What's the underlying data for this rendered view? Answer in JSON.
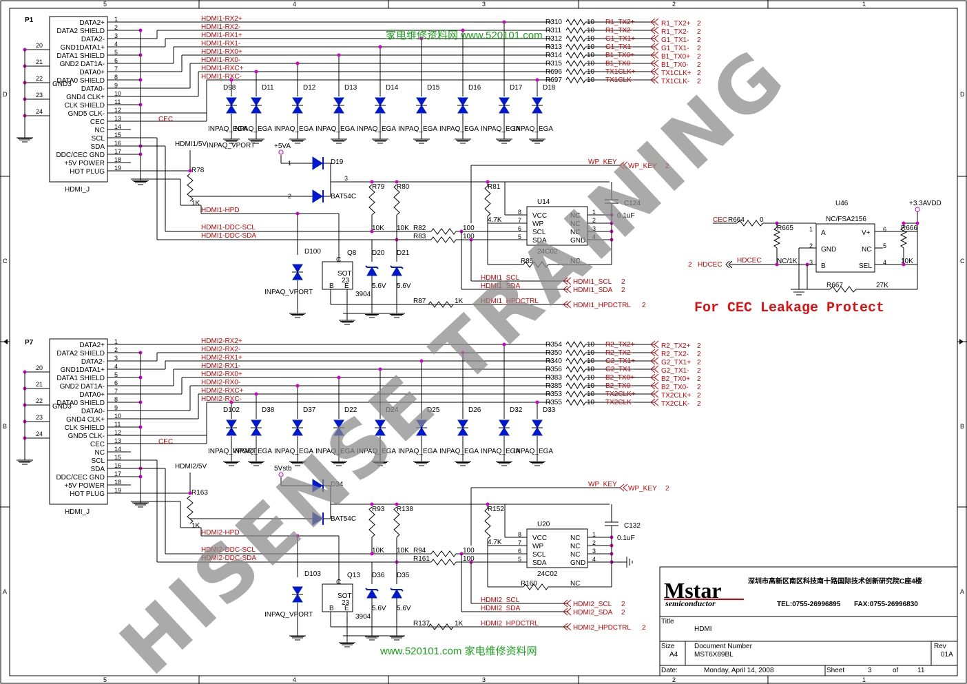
{
  "frame": {
    "col_labels": [
      "5",
      "4",
      "3",
      "2",
      "1"
    ],
    "row_labels": [
      "D",
      "C",
      "B",
      "A"
    ]
  },
  "connectors": [
    {
      "ref": "P1",
      "name": "HDMI_J",
      "pins": [
        "DATA2+",
        "DATA2 SHIELD",
        "DATA2-",
        "GND1DATA1+",
        "DATA1 SHIELD",
        "GND2 DAT1A-",
        "DATA0+",
        "DATA0 SHIELD",
        "DATA0-",
        "GND4   CLK+",
        "CLK SHIELD",
        "GND5    CLK-",
        "CEC",
        "NC",
        "SCL",
        "SDA",
        "DDC/CEC GND",
        "+5V POWER",
        "HOT PLUG"
      ],
      "pin_numbers": [
        "1",
        "2",
        "3",
        "4",
        "5",
        "6",
        "7",
        "8",
        "9",
        "10",
        "11",
        "12",
        "13",
        "14",
        "15",
        "16",
        "17",
        "18",
        "19"
      ],
      "gnd_pins": [
        "20",
        "21",
        "22",
        "23",
        "24"
      ],
      "overlap_label": "GND3"
    },
    {
      "ref": "P7",
      "name": "HDMI_J",
      "pins": [
        "DATA2+",
        "DATA2 SHIELD",
        "DATA2-",
        "GND1DATA1+",
        "DATA1 SHIELD",
        "GND2 DAT1A-",
        "DATA0+",
        "DATA0 SHIELD",
        "DATA0-",
        "GND4   CLK+",
        "CLK SHIELD",
        "GND5    CLK-",
        "CEC",
        "NC",
        "SCL",
        "SDA",
        "DDC/CEC GND",
        "+5V POWER",
        "HOT PLUG"
      ],
      "pin_numbers": [
        "1",
        "2",
        "3",
        "4",
        "5",
        "6",
        "7",
        "8",
        "9",
        "10",
        "11",
        "12",
        "13",
        "14",
        "15",
        "16",
        "17",
        "18",
        "19"
      ],
      "gnd_pins": [
        "20",
        "21",
        "22",
        "23",
        "24"
      ],
      "overlap_label": "GND3"
    }
  ],
  "top": {
    "nets": [
      "HDMI1-RX2+",
      "HDMI1-RX2-",
      "HDMI1-RX1+",
      "HDMI1-RX1-",
      "HDMI1-RX0+",
      "HDMI1-RX0-",
      "HDMI1-RXC+",
      "HDMI1-RXC-"
    ],
    "resistors": [
      "R310",
      "R311",
      "R312",
      "R313",
      "R314",
      "R315",
      "R696",
      "R697"
    ],
    "res_value": "10",
    "out_nets": [
      "R1_TX2+",
      "R1_TX2-",
      "G1_TX1+",
      "G1_TX1-",
      "B1_TX0+",
      "B1_TX0-",
      "TX1CLK+",
      "TX1CLK-"
    ],
    "offpage": [
      "R1_TX2+",
      "R1_TX2-",
      "G1_TX1-",
      "G1_TX1-",
      "B1_TX0+",
      "B1_TX0-",
      "TX1CLK+",
      "TX1CLK-"
    ],
    "offpage_num": "2",
    "diodes": [
      "D98",
      "D11",
      "D12",
      "D13",
      "D14",
      "D15",
      "D16",
      "D17",
      "D18"
    ],
    "diode_part": "INPAQ_EGA",
    "diode_part_bottom": "INPAQ_VPORT",
    "cec": "CEC",
    "hdmi5v": "HDMI1/5V",
    "r78": "R78",
    "r78_val": "1K",
    "hpd": "HDMI1-HPD",
    "ddc_scl": "HDMI1-DDC-SCL",
    "ddc_sda": "HDMI1-DDC-SDA",
    "p5va": "+5VA",
    "d19": "D19",
    "bat": "BAT54C",
    "three": "3",
    "one": "1",
    "two": "2",
    "r79": "R79",
    "r80": "R80",
    "r79_val": "10K",
    "r80_val": "10K",
    "d20": "D20",
    "d21": "D21",
    "zener_val": "5.6V",
    "q8": "Q8",
    "sot": "SOT",
    "q_num": "23",
    "q_b": "B",
    "q_e": "E",
    "q_c": "C",
    "q_part": "3904",
    "d100": "D100",
    "inpaq_vport": "INPAQ_VPORT",
    "r82": "R82",
    "r83": "R83",
    "r_100": "100",
    "r81": "R81",
    "r81_val": "4.7K",
    "wp_key": "WP_KEY",
    "wp_key_off": "WP_KEY",
    "wp_num": "2",
    "u14": "U14",
    "eeprom": "24C02",
    "ep_pins_l": [
      "VCC",
      "WP",
      "SCL",
      "SDA"
    ],
    "ep_pins_r": [
      "NC",
      "NC",
      "NC",
      "GND"
    ],
    "ep_nums_l": [
      "8",
      "7",
      "6",
      "5"
    ],
    "ep_nums_r": [
      "1",
      "2",
      "3",
      "4"
    ],
    "c124": "C124",
    "c_val": "0.1uF",
    "r85": "R85",
    "nc": "NC",
    "hdmi_scl": "HDMI1_SCL",
    "hdmi_sda": "HDMI1_SDA",
    "hdmi_scl_off": "HDMI1_SCL",
    "hdmi_sda_off": "HDMI1_SDA",
    "r87": "R87",
    "r87_val": "1K",
    "hpdctrl": "HDMI1_HPDCTRL",
    "hpdctrl_off": "HDMI1_HPDCTRL"
  },
  "cec_block": {
    "u46": "U46",
    "u46_part": "NC/FSA2156",
    "vdd": "+3.3AVDD",
    "cec": "CEC",
    "r664": "R664",
    "r664_val": "0",
    "r665": "R665",
    "r665_val": "NC/1K",
    "r666": "R666",
    "r666_val": "10K",
    "r667": "R667",
    "r667_val": "27K",
    "pins_l": [
      "A",
      "GND",
      "B"
    ],
    "pins_r": [
      "V+",
      "NC",
      "SEL"
    ],
    "nums_l": [
      "1",
      "2",
      "3"
    ],
    "nums_r": [
      "6",
      "5",
      "4"
    ],
    "hdcec": "HDCEC",
    "hdcec_off": "HDCEC",
    "hdcec_num": "2",
    "note": "For CEC Leakage Protect"
  },
  "bottom": {
    "nets": [
      "HDMI2-RX2+",
      "HDMI2-RX2-",
      "HDMI2-RX1+",
      "HDMI2-RX1-",
      "HDMI2-RX0+",
      "HDMI2-RX0-",
      "HDMI2-RXC+",
      "HDMI2-RXC-"
    ],
    "resistors": [
      "R354",
      "R350",
      "R340",
      "R356",
      "R383",
      "R385",
      "R353",
      "R355"
    ],
    "res_value": "10",
    "out_nets": [
      "R2_TX2+",
      "R2_TX2-",
      "G2_TX1+",
      "G2_TX1-",
      "B2_TX0+",
      "B2_TX0-",
      "TX2CLK+",
      "TX2CLK-"
    ],
    "offpage": [
      "R2_TX2+",
      "R2_TX2-",
      "G2_TX1+",
      "G2_TX1-",
      "B2_TX0+",
      "B2_TX0-",
      "TX2CLK+",
      "TX2CLK-"
    ],
    "offpage_num": "2",
    "diodes": [
      "D102",
      "D38",
      "D37",
      "D22",
      "D24",
      "D25",
      "D26",
      "D32",
      "D33"
    ],
    "diode_part": "INPAQ_EGA",
    "diode_part_first": "INPAQ_VPORT",
    "cec": "CEC",
    "hdmi5v": "HDMI2/5V",
    "r163": "R163",
    "r163_val": "1K",
    "hpd": "HDMI2-HPD",
    "ddc_scl": "HDMI2-DDC-SCL",
    "ddc_sda": "HDMI2-DDC-SDA",
    "p5v": "5Vstb",
    "d34": "D34",
    "bat": "BAT54C",
    "r93": "R93",
    "r138": "R138",
    "r_val": "10K",
    "d36": "D36",
    "d35": "D35",
    "zener_val": "5.6V",
    "q13": "Q13",
    "q_part": "3904",
    "d103": "D103",
    "inpaq_vport": "INPAQ_VPORT",
    "r94": "R94",
    "r161": "R161",
    "r_100": "100",
    "r152": "R152",
    "r152_val": "4.7K",
    "wp_key": "WP_KEY",
    "wp_key_off": "WP_KEY",
    "wp_num": "2",
    "u20": "U20",
    "eeprom": "24C02",
    "c132": "C132",
    "c_val": "0.1uF",
    "r160": "R160",
    "nc": "NC",
    "hdmi_scl": "HDMI2_SCL",
    "hdmi_sda": "HDMI2_SDA",
    "hdmi_scl_off": "HDMI2_SCL",
    "hdmi_sda_off": "HDMI2_SDA",
    "r137": "R137",
    "r137_val": "1K",
    "hpdctrl": "HDMI2_HPDCTRL",
    "hpdctrl_off": "HDMI2_HPDCTRL"
  },
  "watermarks": {
    "site_top": "家电维修资料网  www.520101.com",
    "site_bottom": "www.520101.com  家电维修资料网",
    "diagonal": "HISENSE TRAINING"
  },
  "title_block": {
    "logo_main": "Mstar",
    "logo_sub": "semiconductor",
    "address": "深圳市高新区南区科技南十路国际技术创新研究院C座4楼",
    "tel": "TEL:0755-26996895",
    "fax": "FAX:0755-26996830",
    "title_label": "Title",
    "title": "HDMI",
    "size_label": "Size",
    "size": "A4",
    "docnum_label": "Document Number",
    "docnum": "MST6X89BL",
    "rev_label": "Rev",
    "rev": "01A",
    "date_label": "Date:",
    "date": "Monday, April 14, 2008",
    "sheet_label": "Sheet",
    "sheet": "3",
    "of_label": "of",
    "of": "11"
  }
}
